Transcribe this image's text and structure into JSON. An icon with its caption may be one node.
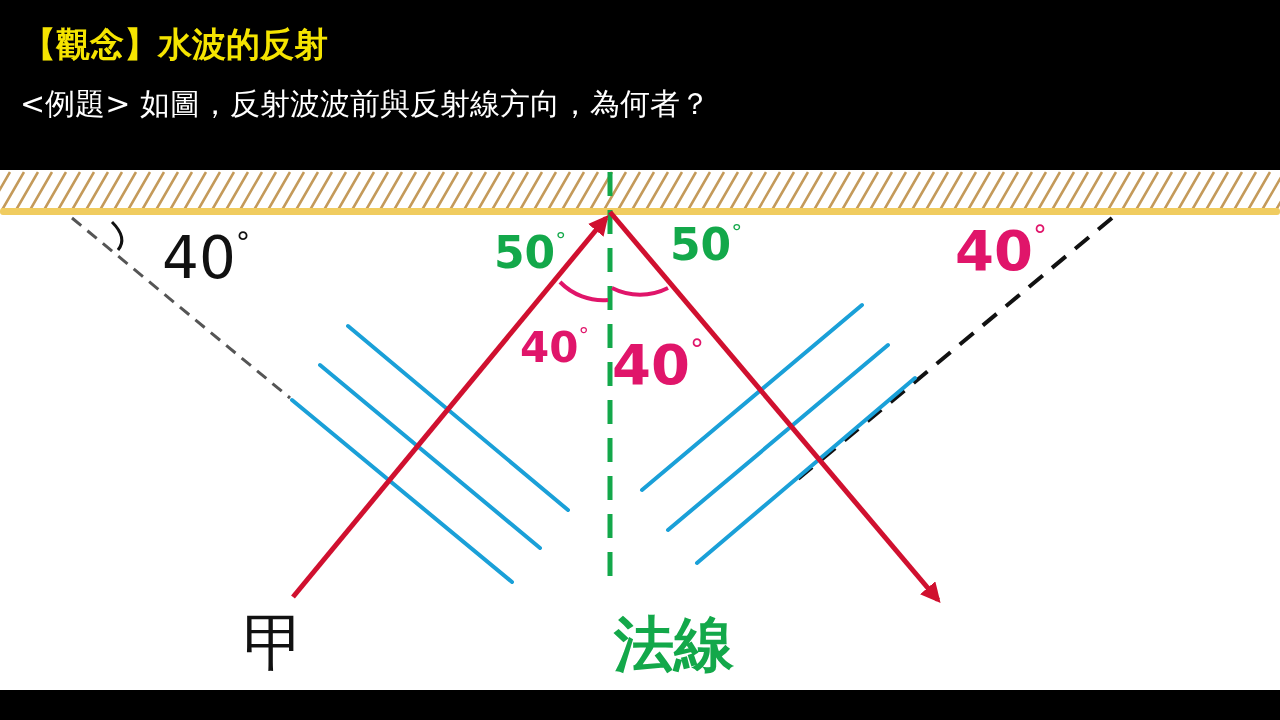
{
  "diagram": {
    "title": "【觀念】水波的反射",
    "labels": [
      "<例題> 如圖，反射波波前與反射線方向，為何者？",
      "40$^{°}$",
      "50$^{°}$",
      "50$^{°}$",
      "40$^{°}$",
      "40$^{°}$",
      "40$^{°}$",
      "甲",
      "法線"
    ]
  }
}
